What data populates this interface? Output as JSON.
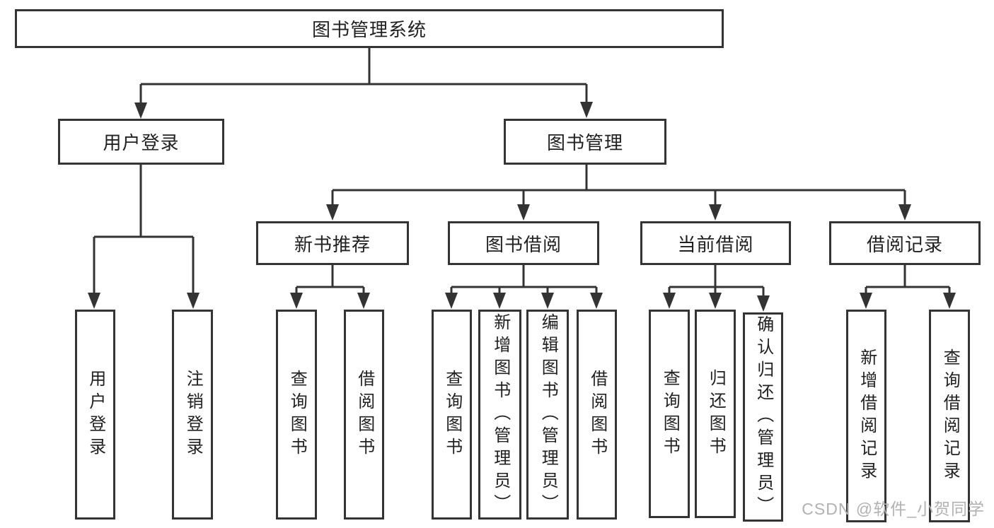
{
  "tree": {
    "label": "图书管理系统",
    "children": [
      {
        "label": "用户登录",
        "children": [
          {
            "label": "用户登录"
          },
          {
            "label": "注销登录"
          }
        ]
      },
      {
        "label": "图书管理",
        "children": [
          {
            "label": "新书推荐",
            "children": [
              {
                "label": "查询图书"
              },
              {
                "label": "借阅图书"
              }
            ]
          },
          {
            "label": "图书借阅",
            "children": [
              {
                "label": "查询图书"
              },
              {
                "label": "新增图书（管理员）"
              },
              {
                "label": "编辑图书（管理员）"
              },
              {
                "label": "借阅图书"
              }
            ]
          },
          {
            "label": "当前借阅",
            "children": [
              {
                "label": "查询图书"
              },
              {
                "label": "归还图书"
              },
              {
                "label": "确认归还（管理员）"
              }
            ]
          },
          {
            "label": "借阅记录",
            "children": [
              {
                "label": "新增借阅记录"
              },
              {
                "label": "查询借阅记录"
              }
            ]
          }
        ]
      }
    ]
  },
  "watermark": {
    "text": "CSDN @软件_小贺同学"
  },
  "colors": {
    "line": "#333333",
    "box_border": "#343434",
    "text": "#212121",
    "watermark": "#b3b1b1",
    "background": "#ffffff"
  }
}
